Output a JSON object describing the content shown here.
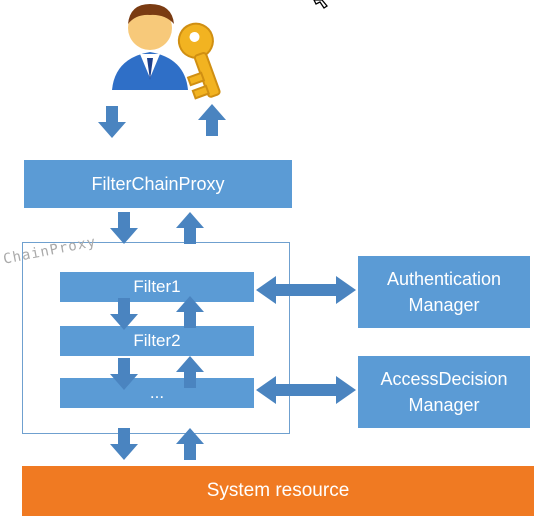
{
  "diagram": {
    "filter_chain_proxy": "FilterChainProxy",
    "watermark": "ChainProxy",
    "filters": [
      "Filter1",
      "Filter2",
      "..."
    ],
    "authentication_manager": [
      "Authentication",
      "Manager"
    ],
    "access_decision_manager": [
      "AccessDecision",
      "Manager"
    ],
    "system_resource": "System resource"
  },
  "icons": {
    "user": "user-with-key-icon",
    "cursor": "mouse-pointer-icon"
  },
  "colors": {
    "box_blue": "#5b9bd5",
    "arrow_blue": "#4a84c0",
    "system_orange": "#f07a22",
    "container_border": "#6fa0cf"
  }
}
